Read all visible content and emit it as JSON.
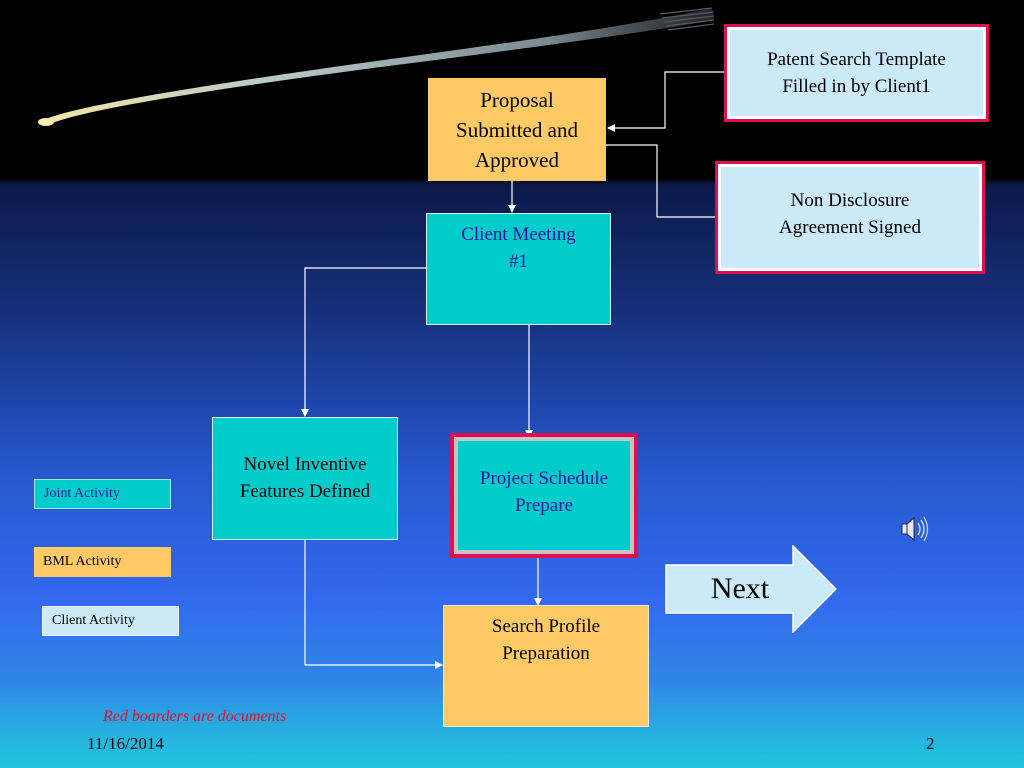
{
  "slide": {
    "background_colors": {
      "top": "#000000",
      "mid": "#2657cc",
      "bottom": "#22c4dd"
    },
    "accent_document_border": "#e01050"
  },
  "flowchart": {
    "proposal": {
      "label_lines": [
        "Proposal",
        "Submitted and",
        "Approved"
      ],
      "kind": "bml-activity",
      "color": "#ffc966"
    },
    "patent_search": {
      "label_lines": [
        "Patent Search Template",
        "Filled in by Client1"
      ],
      "kind": "client-document",
      "color": "#cce9fa"
    },
    "nda": {
      "label_lines": [
        "Non Disclosure",
        "Agreement Signed"
      ],
      "kind": "client-document",
      "color": "#cce9fa"
    },
    "client_meeting": {
      "label_lines": [
        "Client Meeting",
        "#1"
      ],
      "kind": "joint-activity",
      "color": "#00cccc"
    },
    "novel_features": {
      "label_lines": [
        "Novel Inventive",
        "Features Defined"
      ],
      "kind": "joint-activity",
      "color": "#00cccc"
    },
    "project_schedule": {
      "label_lines": [
        "Project Schedule",
        "Prepare"
      ],
      "kind": "joint-document",
      "color": "#00cccc"
    },
    "search_profile": {
      "label_lines": [
        "Search Profile",
        "Preparation"
      ],
      "kind": "bml-activity",
      "color": "#ffc966"
    }
  },
  "legend": {
    "joint": {
      "label": "Joint Activity",
      "color": "#00cccc"
    },
    "bml": {
      "label": "BML Activity",
      "color": "#ffc966"
    },
    "client": {
      "label": "Client Activity",
      "color": "#cce9fa"
    }
  },
  "next_button": {
    "label": "Next",
    "color": "#cce9fa"
  },
  "note": "Red boarders are documents",
  "footer": {
    "date": "11/16/2014",
    "page": "2"
  },
  "icons": {
    "sound": "speaker-icon"
  }
}
